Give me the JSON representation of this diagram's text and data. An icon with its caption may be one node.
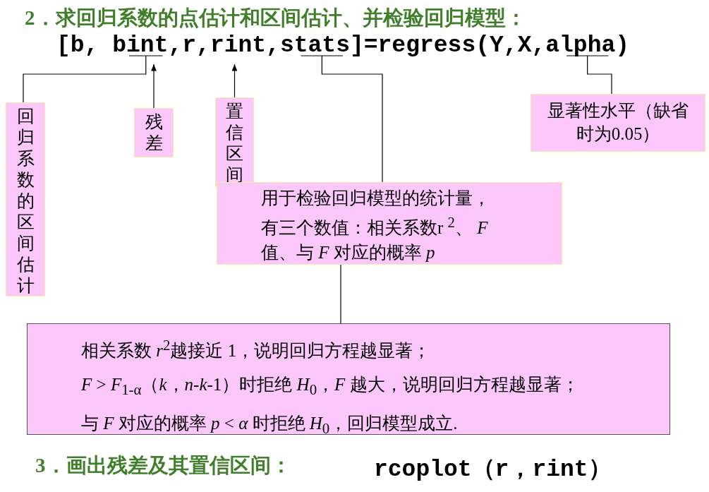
{
  "diagram": {
    "nodes": [
      {
        "text": [
          "[b, bint,r,rint,stats]=regress(Y,X,alpha)"
        ]
      },
      {
        "text": [
          "回归系数的区间估计"
        ]
      },
      {
        "text": [
          "残差"
        ]
      },
      {
        "text": [
          "置信区间"
        ]
      },
      {
        "text": [
          "用于检验回归模型的统计量，有三个数值：相关系数r $^{2}$、 *F* 值、与 *F* 对应的概率 *p*"
        ]
      },
      {
        "text": [
          "显著性水平（缺省时为0.05）"
        ]
      },
      {
        "text": [
          "相关系数 *r*$^{2}$越接近 1，说明回归方程越显著；",
          "*F* > *F*$_{1-α}$（*k*，*n*-*k*-1）时拒绝 *H*$_{0}$，*F* 越大，说明回归方程越显著；",
          "与 *F* 对应的概率 *p* < *α* 时拒绝 *H*$_{0}$，回归模型成立."
        ]
      }
    ],
    "edges": [
      {
        "from": 1,
        "to": 0,
        "arrow": "none"
      },
      {
        "from": 2,
        "to": 0,
        "arrow": "to"
      },
      {
        "from": 3,
        "to": 0,
        "arrow": "to"
      },
      {
        "from": 4,
        "to": 0,
        "arrow": "none"
      },
      {
        "from": 5,
        "to": 0,
        "arrow": "none"
      },
      {
        "from": 4,
        "to": 6,
        "arrow": "none"
      }
    ],
    "labels": [
      "2．求回归系数的点估计和区间估计、并检验回归模型：",
      "3．画出残差及其置信区间：",
      "rcoplot（r，rint）"
    ]
  }
}
